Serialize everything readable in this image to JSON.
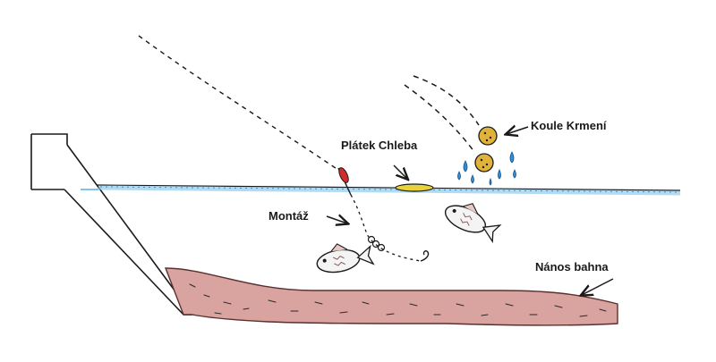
{
  "labels": {
    "feed_balls": "Koule Krmení",
    "bread_slice": "Plátek Chleba",
    "rig": "Montáž",
    "silt": "Nános bahna"
  },
  "colors": {
    "water_line": "#7ec3ea",
    "water_dots": "#3a8fd0",
    "silt_fill": "#d9a3a0",
    "silt_stroke": "#5a3030",
    "float_red": "#d22b2b",
    "bread": "#e8d23a",
    "feed_ball": "#e0b23a",
    "splash": "#2f8fd8",
    "ink": "#1a1a1a"
  },
  "icons": [
    "float-icon",
    "bread-slice-icon",
    "feed-ball-icon",
    "fish-icon",
    "hook-icon",
    "arrow-icon"
  ]
}
